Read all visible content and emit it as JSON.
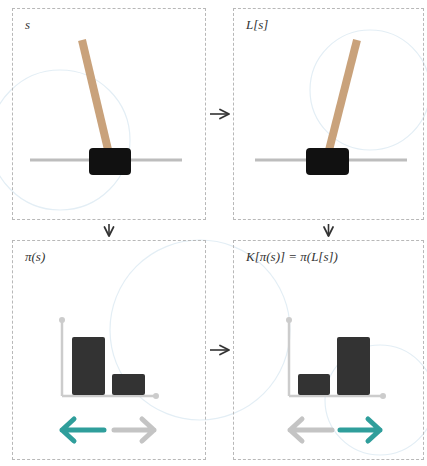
{
  "diagram": {
    "nodes": [
      {
        "text": [
          "s"
        ]
      },
      {
        "text": [
          "L[s]"
        ]
      },
      {
        "text": [
          "π(s)"
        ]
      },
      {
        "text": [
          "K[π(s)] = π(L[s])"
        ]
      }
    ],
    "edges": [
      {
        "from": 0,
        "to": 1,
        "arrow": "to"
      },
      {
        "from": 0,
        "to": 2,
        "arrow": "to"
      },
      {
        "from": 1,
        "to": 3,
        "arrow": "to"
      },
      {
        "from": 2,
        "to": 3,
        "arrow": "to"
      }
    ]
  }
}
